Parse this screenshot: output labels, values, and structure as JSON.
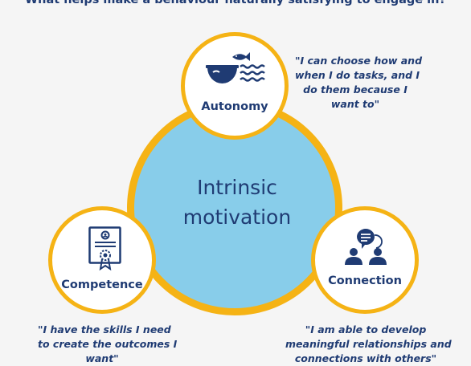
{
  "title": "What helps make a behaviour naturally satisfying to engage in?",
  "center": {
    "line1": "Intrinsic",
    "line2": "motivation"
  },
  "nodes": {
    "autonomy": {
      "label": "Autonomy",
      "icon": "fishbowl-icon",
      "quote": [
        "\"I can choose how and",
        "when I do tasks, and I",
        "do them because I",
        "want to\""
      ]
    },
    "competence": {
      "label": "Competence",
      "icon": "certificate-icon",
      "quote": [
        "\"I have the skills I need",
        "to create the outcomes I",
        "want\""
      ]
    },
    "connection": {
      "label": "Connection",
      "icon": "people-chat-icon",
      "quote": [
        "\"I am able to develop",
        "meaningful relationships and",
        "connections with others\""
      ]
    }
  },
  "colors": {
    "navy": "#1f3b73",
    "gold": "#f5b315",
    "sky": "#88cdea",
    "background": "#f5f5f5"
  }
}
